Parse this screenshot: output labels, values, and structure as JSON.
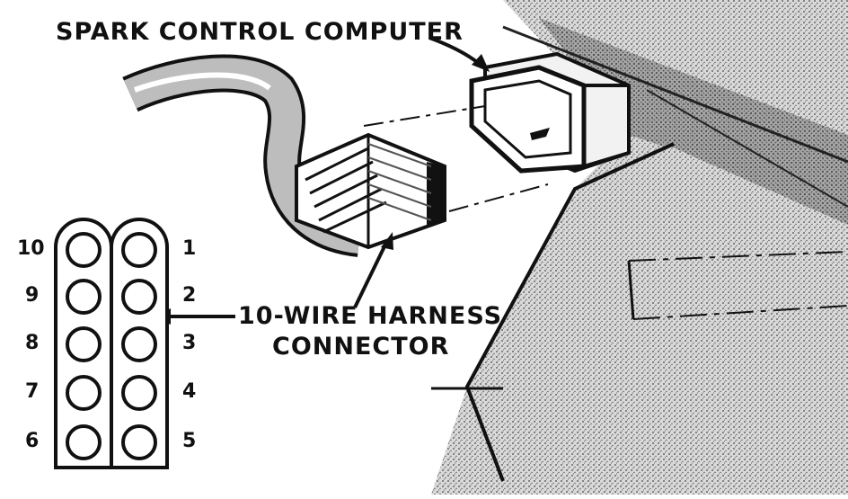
{
  "labels": {
    "computer": "SPARK CONTROL COMPUTER",
    "harness_line1": "10-WIRE HARNESS",
    "harness_line2": "CONNECTOR"
  },
  "pins": {
    "left": [
      "10",
      "9",
      "8",
      "7",
      "6"
    ],
    "right": [
      "1",
      "2",
      "3",
      "4",
      "5"
    ]
  },
  "colors": {
    "ink": "#111111",
    "paper": "#ffffff",
    "shade": "#8a8a8a"
  }
}
